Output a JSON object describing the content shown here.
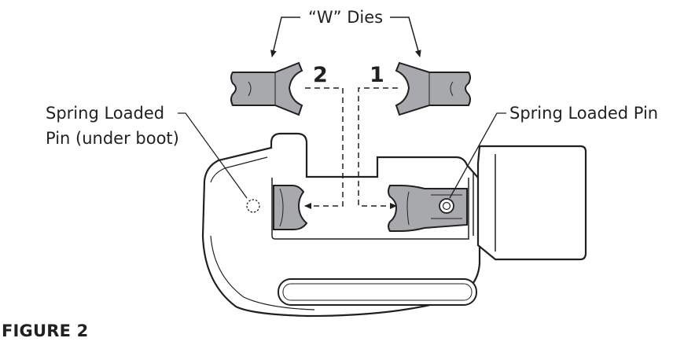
{
  "labels": {
    "w_dies": "“W” Dies",
    "spring_pin_left_line1": "Spring Loaded",
    "spring_pin_left_line2": "Pin (under boot)",
    "spring_pin_right": "Spring Loaded Pin",
    "die_number_2": "2",
    "die_number_1": "1"
  },
  "figure_title": "FIGURE 2",
  "colors": {
    "line": "#231f20",
    "die_fill": "#a7a9ac",
    "background": "#ffffff"
  }
}
